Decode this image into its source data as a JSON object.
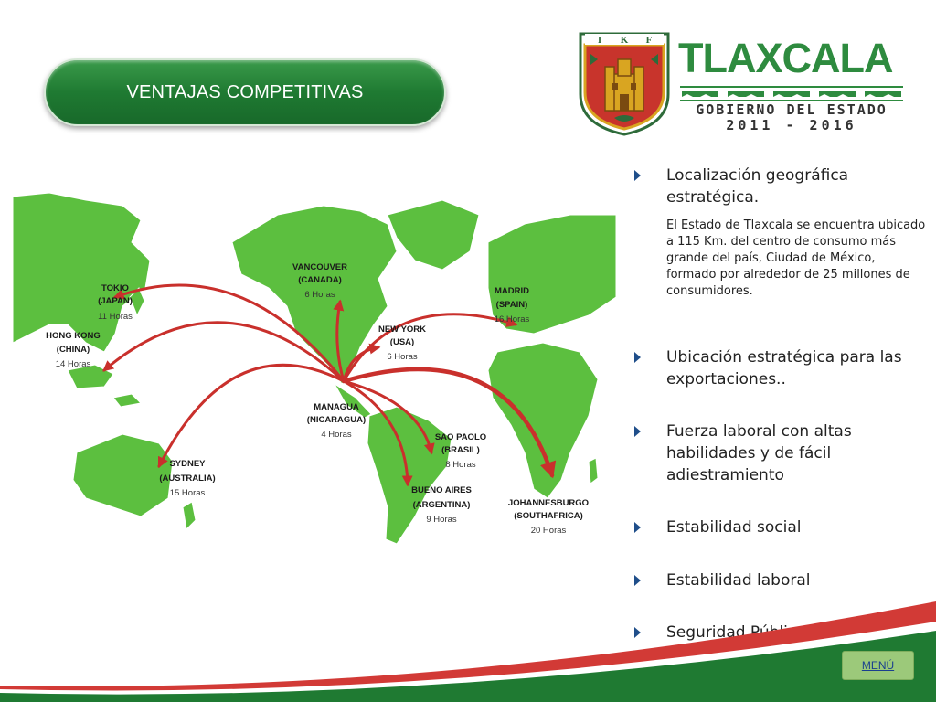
{
  "slide": {
    "title": "VENTAJAS COMPETITIVAS"
  },
  "brand": {
    "name": "TLAXCALA",
    "subtitle": "GOBIERNO DEL ESTADO",
    "years": "2011 - 2016",
    "crest_letters": [
      "I",
      "K",
      "F"
    ],
    "colors": {
      "green": "#2e8b3f",
      "red": "#c8342c",
      "gold": "#d9a521"
    }
  },
  "map": {
    "land_color": "#5cbf3f",
    "route_color": "#c9302c",
    "origin": "MANAGUA",
    "cities": [
      {
        "name": "TOKIO",
        "country": "(JAPAN)",
        "time": "11 Horas"
      },
      {
        "name": "HONG KONG",
        "country": "(CHINA)",
        "time": "14 Horas"
      },
      {
        "name": "VANCOUVER",
        "country": "(CANADA)",
        "time": "6 Horas"
      },
      {
        "name": "NEW YORK",
        "country": "(USA)",
        "time": "6 Horas"
      },
      {
        "name": "MADRID",
        "country": "(SPAIN)",
        "time": "16 Horas"
      },
      {
        "name": "MANAGUA",
        "country": "(NICARAGUA)",
        "time": "4 Horas"
      },
      {
        "name": "SAO PAOLO",
        "country": "(BRASIL)",
        "time": "8 Horas"
      },
      {
        "name": "SYDNEY",
        "country": "(AUSTRALIA)",
        "time": "15 Horas"
      },
      {
        "name": "BUENO AIRES",
        "country": "(ARGENTINA)",
        "time": "9 Horas"
      },
      {
        "name": "JOHANNESBURGO",
        "country": "(SOUTHAFRICA)",
        "time": "20 Horas"
      }
    ]
  },
  "bullets": [
    {
      "text": "Localización geográfica estratégica.",
      "description": "El Estado de Tlaxcala se encuentra ubicado a 115 Km. del centro de consumo más grande del país, Ciudad de México, formado por alrededor de 25 millones de consumidores."
    },
    {
      "text": "Ubicación estratégica para las exportaciones.."
    },
    {
      "text": "Fuerza laboral con altas habilidades y de fácil adiestramiento"
    },
    {
      "text": "Estabilidad social"
    },
    {
      "text": "Estabilidad laboral"
    },
    {
      "text": "Seguridad Pública"
    }
  ],
  "menu": {
    "label": "MENÚ"
  },
  "footer": {
    "green": "#1f7a32",
    "red": "#d23a36"
  }
}
